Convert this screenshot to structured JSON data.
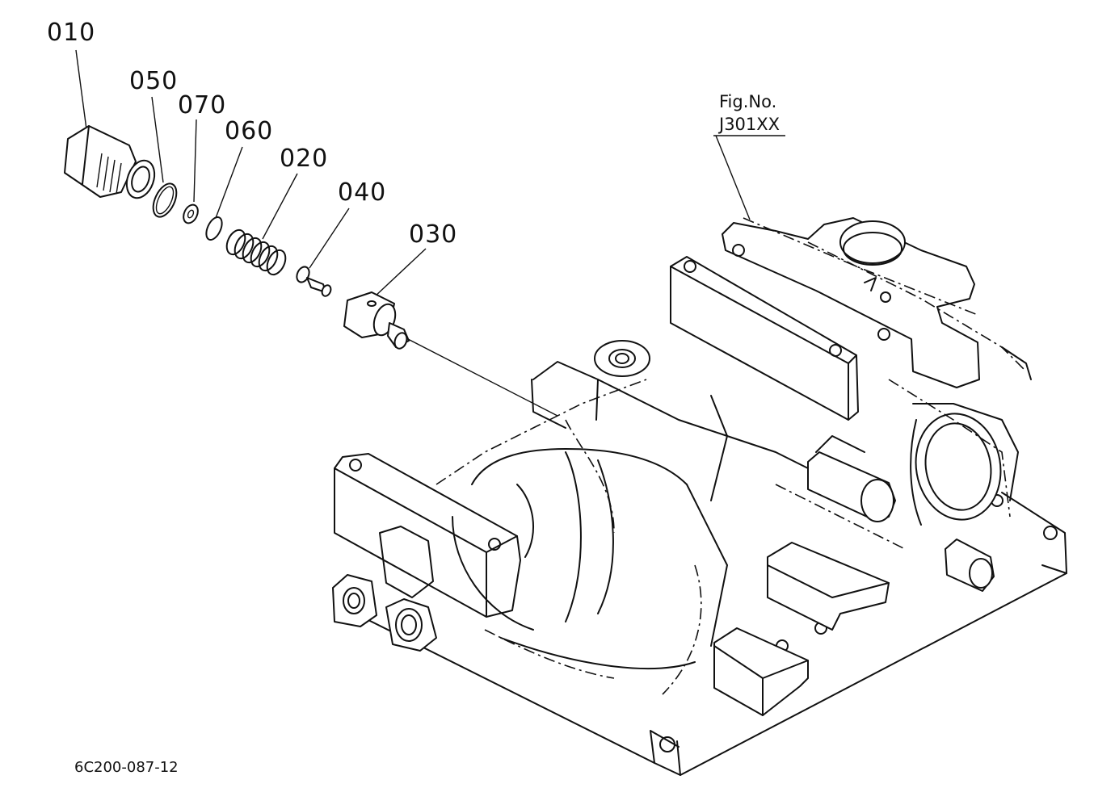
{
  "figure": {
    "fig_caption": "Fig.No.",
    "fig_number": "J301XX",
    "drawing_code": "6C200-087-12"
  },
  "parts": [
    {
      "id": "p010",
      "number": "010"
    },
    {
      "id": "p050",
      "number": "050"
    },
    {
      "id": "p070",
      "number": "070"
    },
    {
      "id": "p060",
      "number": "060"
    },
    {
      "id": "p020",
      "number": "020"
    },
    {
      "id": "p040",
      "number": "040"
    },
    {
      "id": "p030",
      "number": "030"
    }
  ],
  "colors": {
    "line": "#111111",
    "background": "#ffffff"
  }
}
